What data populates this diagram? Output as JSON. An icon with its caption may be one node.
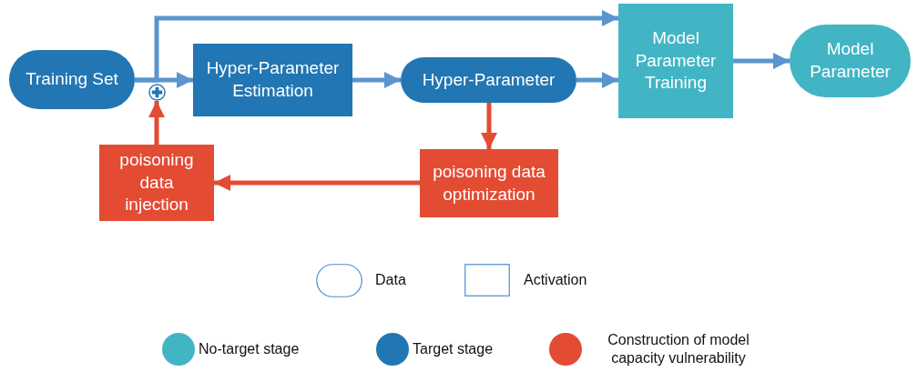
{
  "diagram": {
    "nodes": [
      {
        "text": [
          "Training Set"
        ]
      },
      {
        "text": [],
        "shape": "circle"
      },
      {
        "text": [
          "Hyper-Parameter Estimation"
        ]
      },
      {
        "text": [
          "Hyper-Parameter"
        ]
      },
      {
        "text": [
          "Model Parameter Training"
        ]
      },
      {
        "text": [
          "Model Parameter"
        ]
      },
      {
        "text": [
          "poisoning data optimization"
        ]
      },
      {
        "text": [
          "poisoning data injection"
        ]
      }
    ],
    "edges": [
      {
        "from": 0,
        "to": 2,
        "arrow": "to"
      },
      {
        "from": 0,
        "to": 4,
        "arrow": "to"
      },
      {
        "from": 7,
        "to": 1,
        "arrow": "to",
        "color": "#e34b33"
      },
      {
        "from": 2,
        "to": 3,
        "arrow": "to"
      },
      {
        "from": 3,
        "to": 4,
        "arrow": "to"
      },
      {
        "from": 3,
        "to": 6,
        "arrow": "to",
        "color": "#e34b33"
      },
      {
        "from": 6,
        "to": 7,
        "arrow": "to",
        "color": "#e34b33"
      },
      {
        "from": 4,
        "to": 5,
        "arrow": "to"
      }
    ],
    "legend": [
      {
        "text": "Data"
      },
      {
        "text": "Activation"
      },
      {
        "text": "No-target stage",
        "color": "#42b5c5"
      },
      {
        "text": "Target stage",
        "color": "#2176b3"
      },
      {
        "text": "Construction of model capacity vulnerability",
        "color": "#e34b33"
      }
    ]
  }
}
